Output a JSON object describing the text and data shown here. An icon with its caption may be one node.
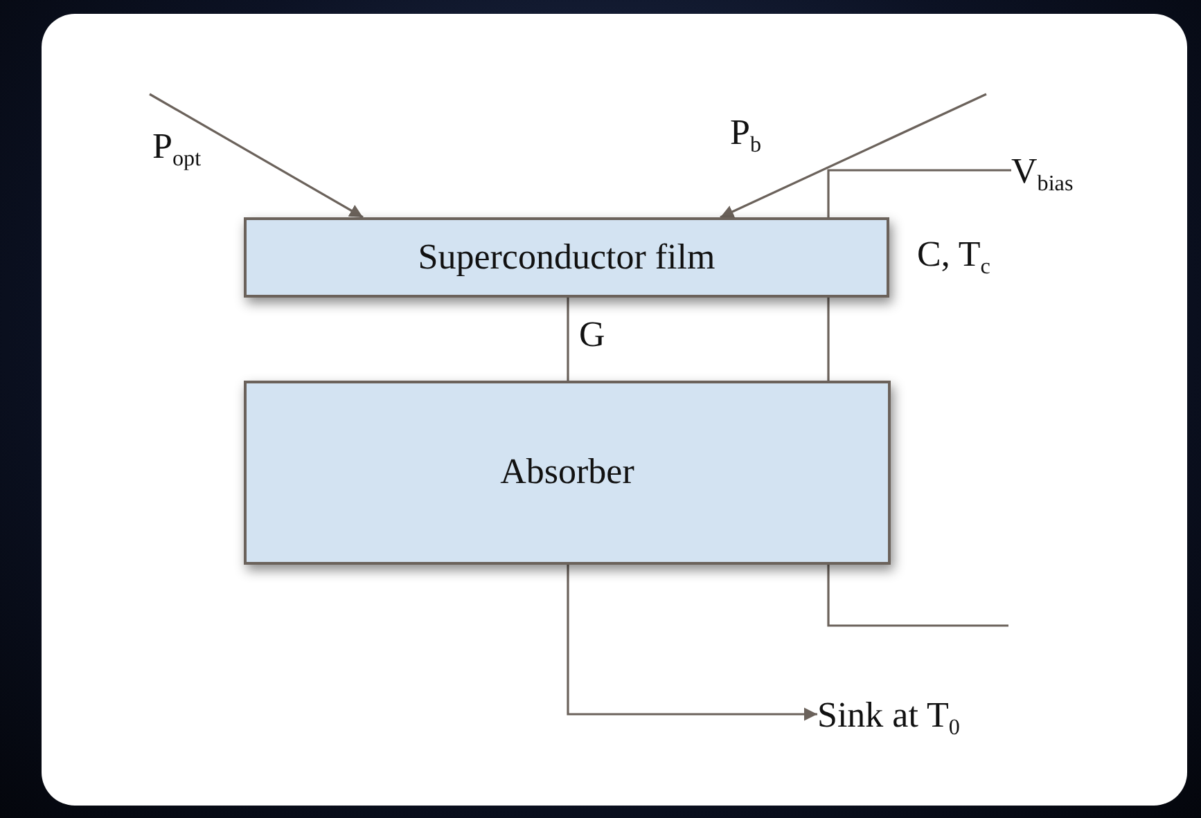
{
  "diagram": {
    "nodes": [
      {
        "text": [
          "Superconductor film"
        ],
        "beside": [
          "C, T$_{c}$"
        ]
      },
      {
        "text": [
          "Absorber"
        ]
      },
      {
        "text": [
          "Sink at T$_{0}$"
        ]
      },
      {
        "text": [
          "V$_{bias}$"
        ]
      }
    ],
    "edges": [
      {
        "from": null,
        "to": 0,
        "arrow": "to",
        "label": "P$_{opt}$"
      },
      {
        "from": null,
        "to": 0,
        "arrow": "to",
        "label": "P$_{b}$"
      },
      {
        "from": 0,
        "to": 1,
        "arrow": "none",
        "label": "G"
      },
      {
        "from": 1,
        "to": 2,
        "arrow": "to"
      },
      {
        "from": 3,
        "to": null,
        "arrow": "none"
      }
    ]
  }
}
